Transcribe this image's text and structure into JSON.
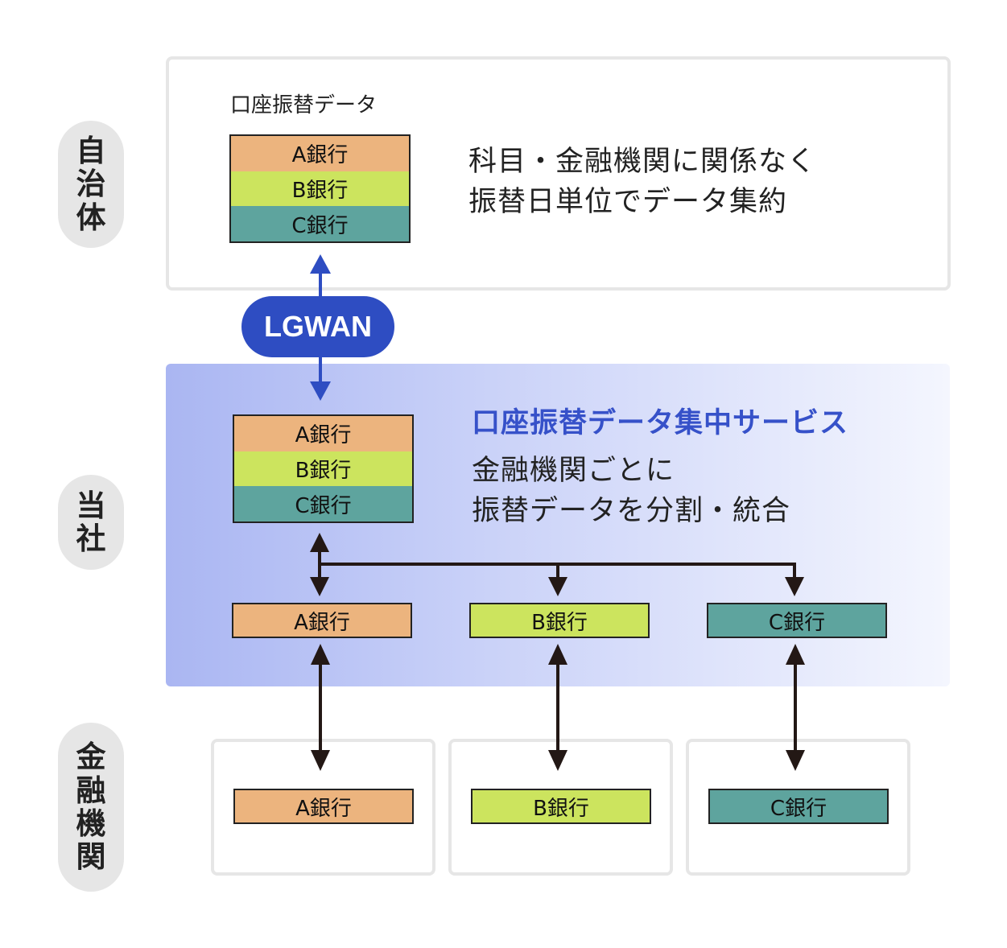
{
  "side_labels": {
    "municipality": [
      "自",
      "治",
      "体"
    ],
    "company": [
      "当",
      "社"
    ],
    "financial": [
      "金",
      "融",
      "機",
      "関"
    ]
  },
  "municipality": {
    "data_title": "口座振替データ",
    "banks": [
      "A銀行",
      "B銀行",
      "C銀行"
    ],
    "desc_line1": "科目・金融機関に関係なく",
    "desc_line2": "振替日単位でデータ集約"
  },
  "network": {
    "label": "LGWAN"
  },
  "company": {
    "service_title": "口座振替データ集中サービス",
    "desc_line1": "金融機関ごとに",
    "desc_line2": "振替データを分割・統合",
    "banks": [
      "A銀行",
      "B銀行",
      "C銀行"
    ],
    "split_banks": [
      "A銀行",
      "B銀行",
      "C銀行"
    ]
  },
  "financial": {
    "banks": [
      "A銀行",
      "B銀行",
      "C銀行"
    ]
  },
  "colors": {
    "bank_a": "#ecb47e",
    "bank_b": "#cce45e",
    "bank_c": "#5ea49e",
    "accent_blue": "#3651c9",
    "lgwan_blue": "#2e4dc2",
    "arrow_dark": "#231815"
  }
}
